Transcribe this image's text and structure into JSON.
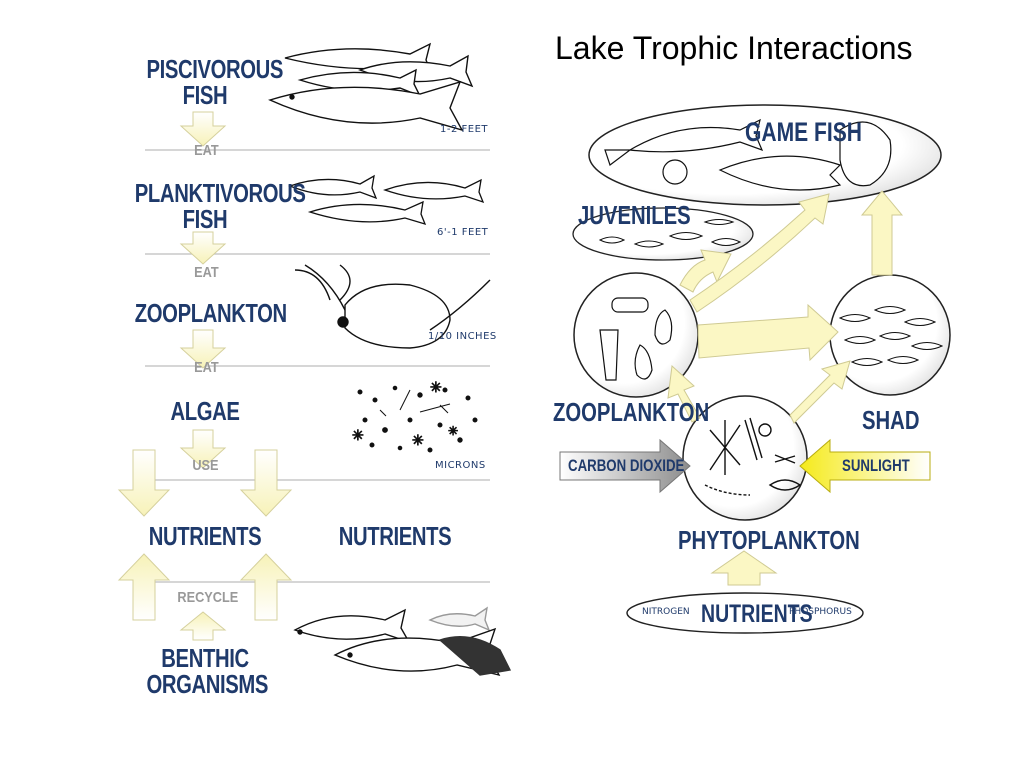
{
  "title": "Lake Trophic Interactions",
  "food_chain": {
    "piscivorous_line1": "PISCIVOROUS",
    "piscivorous_line2": "FISH",
    "piscivorous_size": "1-2 FEET",
    "eat1": "EAT",
    "planktivorous_line1": "PLANKTIVOROUS",
    "planktivorous_line2": "FISH",
    "planktivorous_size": "6'-1 FEET",
    "eat2": "EAT",
    "zooplankton": "ZOOPLANKTON",
    "zooplankton_size": "1/10 INCHES",
    "eat3": "EAT",
    "algae": "ALGAE",
    "use": "USE",
    "algae_size": "MICRONS",
    "nutrients_left": "NUTRIENTS",
    "nutrients_right": "NUTRIENTS",
    "recycle": "RECYCLE",
    "benthic_line1": "BENTHIC",
    "benthic_line2": "ORGANISMS"
  },
  "web": {
    "game_fish": "GAME FISH",
    "juveniles": "JUVENILES",
    "zooplankton": "ZOOPLANKTON",
    "shad": "SHAD",
    "carbon_dioxide": "CARBON DIOXIDE",
    "sunlight": "SUNLIGHT",
    "phytoplankton": "PHYTOPLANKTON",
    "nitrogen": "NITROGEN",
    "nutrients": "NUTRIENTS",
    "phosphorus": "PHOSPHORUS"
  },
  "colors": {
    "label": "#1f3a6b",
    "arrow_fill": "#fbf7c4",
    "arrow_stroke": "#d8d3a0",
    "sunlight_arrow": "#f7ee2a",
    "co2_arrow": "#9a9a9a",
    "verb_gray": "#999999"
  }
}
